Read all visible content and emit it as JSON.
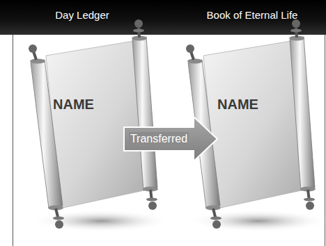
{
  "diagram": {
    "nodes": [
      {
        "text": [
          "NAME"
        ]
      },
      {
        "text": [
          "NAME"
        ]
      }
    ],
    "edges": [
      {
        "from": 0,
        "to": 1,
        "arrow": "to",
        "label": "Transferred"
      }
    ],
    "labels": [
      "Day Ledger",
      "Book of Eternal Life"
    ]
  }
}
